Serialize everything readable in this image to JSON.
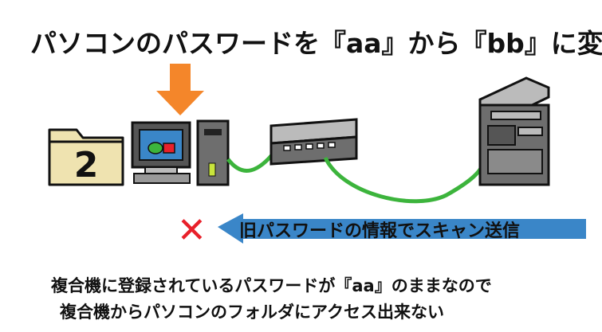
{
  "title": "パソコンのパスワードを『aa』から『bb』に変更",
  "folder": {
    "label": "2"
  },
  "arrow": {
    "label": "旧パスワードの情報でスキャン送信"
  },
  "status": {
    "mark": "✕"
  },
  "footer": {
    "line1": "複合機に登録されているパスワードが『aa』のままなので",
    "line2": "複合機からパソコンのフォルダにアクセス出来ない"
  },
  "colors": {
    "orange": "#f4862a",
    "cable": "#3cb43c",
    "arrow": "#3a86c8",
    "folder": "#efe3b0",
    "gray": "#6e6e6e",
    "red": "#e8202a"
  }
}
